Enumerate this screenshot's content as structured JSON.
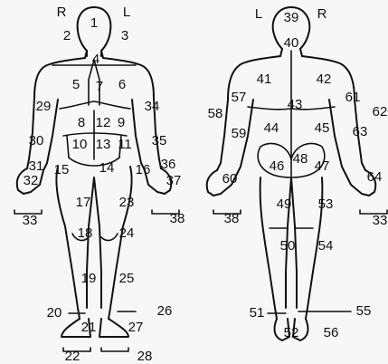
{
  "front": {
    "side_labels": {
      "right": "R",
      "left": "L"
    },
    "regions": [
      {
        "id": "1",
        "label": "1"
      },
      {
        "id": "2",
        "label": "2"
      },
      {
        "id": "3",
        "label": "3"
      },
      {
        "id": "4",
        "label": "4"
      },
      {
        "id": "5",
        "label": "5"
      },
      {
        "id": "6",
        "label": "6"
      },
      {
        "id": "7",
        "label": "7"
      },
      {
        "id": "8",
        "label": "8"
      },
      {
        "id": "9",
        "label": "9"
      },
      {
        "id": "10",
        "label": "10"
      },
      {
        "id": "11",
        "label": "11"
      },
      {
        "id": "12",
        "label": "12"
      },
      {
        "id": "13",
        "label": "13"
      },
      {
        "id": "14",
        "label": "14"
      },
      {
        "id": "15",
        "label": "15"
      },
      {
        "id": "16",
        "label": "16"
      },
      {
        "id": "17",
        "label": "17"
      },
      {
        "id": "18",
        "label": "18"
      },
      {
        "id": "19",
        "label": "19"
      },
      {
        "id": "20",
        "label": "20"
      },
      {
        "id": "21",
        "label": "21"
      },
      {
        "id": "22",
        "label": "22"
      },
      {
        "id": "23",
        "label": "23"
      },
      {
        "id": "24",
        "label": "24"
      },
      {
        "id": "25",
        "label": "25"
      },
      {
        "id": "26",
        "label": "26"
      },
      {
        "id": "27",
        "label": "27"
      },
      {
        "id": "28",
        "label": "28"
      },
      {
        "id": "29",
        "label": "29"
      },
      {
        "id": "30",
        "label": "30"
      },
      {
        "id": "31",
        "label": "31"
      },
      {
        "id": "32",
        "label": "32"
      },
      {
        "id": "33",
        "label": "33"
      },
      {
        "id": "34",
        "label": "34"
      },
      {
        "id": "35",
        "label": "35"
      },
      {
        "id": "36",
        "label": "36"
      },
      {
        "id": "37",
        "label": "37"
      },
      {
        "id": "38",
        "label": "38"
      }
    ]
  },
  "back": {
    "side_labels": {
      "left": "L",
      "right": "R"
    },
    "regions": [
      {
        "id": "39",
        "label": "39"
      },
      {
        "id": "40",
        "label": "40"
      },
      {
        "id": "41",
        "label": "41"
      },
      {
        "id": "42",
        "label": "42"
      },
      {
        "id": "43",
        "label": "43"
      },
      {
        "id": "44",
        "label": "44"
      },
      {
        "id": "45",
        "label": "45"
      },
      {
        "id": "46",
        "label": "46"
      },
      {
        "id": "47",
        "label": "47"
      },
      {
        "id": "48",
        "label": "48"
      },
      {
        "id": "49",
        "label": "49"
      },
      {
        "id": "50",
        "label": "50"
      },
      {
        "id": "51",
        "label": "51"
      },
      {
        "id": "52",
        "label": "52"
      },
      {
        "id": "53",
        "label": "53"
      },
      {
        "id": "54",
        "label": "54"
      },
      {
        "id": "55",
        "label": "55"
      },
      {
        "id": "56",
        "label": "56"
      },
      {
        "id": "57",
        "label": "57"
      },
      {
        "id": "58",
        "label": "58"
      },
      {
        "id": "59",
        "label": "59"
      },
      {
        "id": "60",
        "label": "60"
      },
      {
        "id": "61",
        "label": "61"
      },
      {
        "id": "62",
        "label": "62"
      },
      {
        "id": "63",
        "label": "63"
      },
      {
        "id": "64",
        "label": "64"
      },
      {
        "id": "65",
        "label": "33"
      },
      {
        "id": "66",
        "label": "38"
      }
    ]
  }
}
